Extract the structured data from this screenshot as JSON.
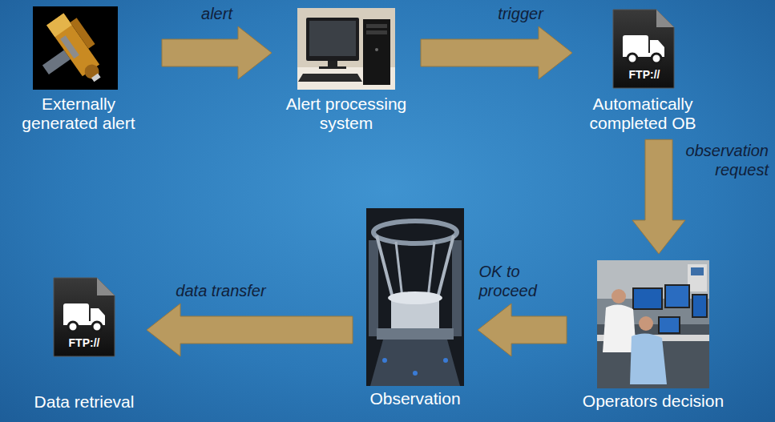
{
  "diagram": {
    "nodes": [
      {
        "text": [
          "Externally generated alert"
        ]
      },
      {
        "text": [
          "Alert processing system"
        ]
      },
      {
        "text": [
          "Automatically completed OB"
        ]
      },
      {
        "text": [
          "Operators decision"
        ]
      },
      {
        "text": [
          "Observation"
        ]
      },
      {
        "text": [
          "Data retrieval"
        ]
      }
    ],
    "edges": [
      {
        "from": 0,
        "to": 1,
        "label": "alert",
        "arrow": "to"
      },
      {
        "from": 1,
        "to": 2,
        "label": "trigger",
        "arrow": "to"
      },
      {
        "from": 2,
        "to": 3,
        "label": "observation request",
        "arrow": "to"
      },
      {
        "from": 3,
        "to": 4,
        "label": "OK to proceed",
        "arrow": "to"
      },
      {
        "from": 4,
        "to": 5,
        "label": "data transfer",
        "arrow": "to"
      }
    ],
    "labels": [
      "FTP://",
      "FTP://"
    ]
  }
}
